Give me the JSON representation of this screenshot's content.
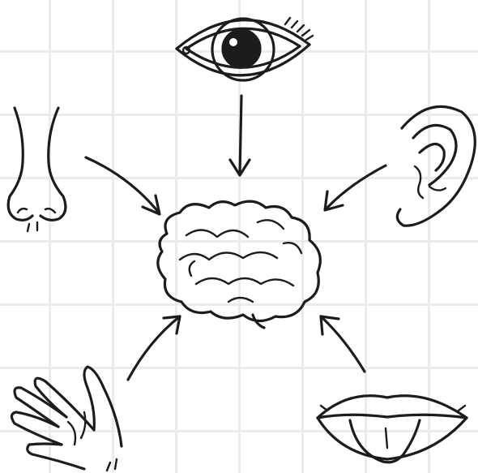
{
  "diagram": {
    "center": "brain-icon",
    "senses": [
      {
        "icon": "eye-icon",
        "position": "top"
      },
      {
        "icon": "nose-icon",
        "position": "upper-left"
      },
      {
        "icon": "ear-icon",
        "position": "upper-right"
      },
      {
        "icon": "hand-icon",
        "position": "lower-left"
      },
      {
        "icon": "mouth-tongue-icon",
        "position": "lower-right"
      }
    ],
    "colors": {
      "ink": "#1c1c1c",
      "grid": "#ebebeb",
      "background": "#ffffff"
    }
  }
}
